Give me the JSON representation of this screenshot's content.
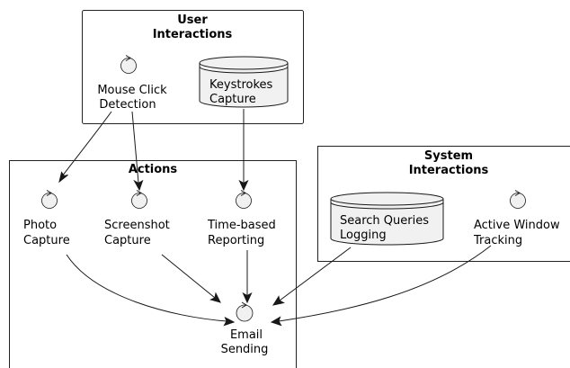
{
  "packages": {
    "user_interactions": {
      "title_line1": "User",
      "title_line2": "Interactions"
    },
    "actions": {
      "title": "Actions"
    },
    "system_interactions": {
      "title_line1": "System",
      "title_line2": "Interactions"
    }
  },
  "nodes": {
    "mouse_click": {
      "line1": "Mouse Click",
      "line2": "Detection",
      "shape": "control"
    },
    "keystrokes": {
      "line1": "Keystrokes",
      "line2": "Capture",
      "shape": "database"
    },
    "photo": {
      "line1": "Photo",
      "line2": "Capture",
      "shape": "control"
    },
    "screenshot": {
      "line1": "Screenshot",
      "line2": "Capture",
      "shape": "control"
    },
    "time_based": {
      "line1": "Time-based",
      "line2": "Reporting",
      "shape": "control"
    },
    "email": {
      "line1": "Email",
      "line2": "Sending",
      "shape": "control"
    },
    "search_queries": {
      "line1": "Search Queries",
      "line2": "Logging",
      "shape": "database"
    },
    "active_window": {
      "line1": "Active Window",
      "line2": "Tracking",
      "shape": "control"
    }
  },
  "edges": [
    {
      "from": "mouse_click",
      "to": "photo"
    },
    {
      "from": "mouse_click",
      "to": "screenshot"
    },
    {
      "from": "keystrokes",
      "to": "time_based"
    },
    {
      "from": "photo",
      "to": "email"
    },
    {
      "from": "screenshot",
      "to": "email"
    },
    {
      "from": "time_based",
      "to": "email"
    },
    {
      "from": "search_queries",
      "to": "email"
    },
    {
      "from": "active_window",
      "to": "email"
    }
  ]
}
